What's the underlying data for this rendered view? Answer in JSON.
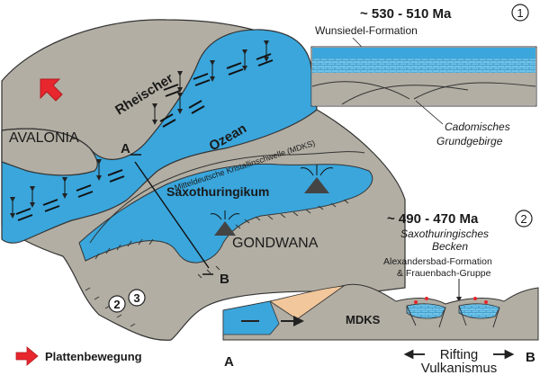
{
  "map": {
    "avalonia": "AVALONIA",
    "rheischer": "Rheischer",
    "ozean": "Ozean",
    "mdks_curve": "Mitteldeutsche Kristallinschwelle (MDKS)",
    "saxothuringikum": "Saxothuringikum",
    "gondwana": "GONDWANA",
    "section_start": "A",
    "section_end": "B",
    "badge_2": "2",
    "badge_3": "3"
  },
  "legend": {
    "label": "Plattenbewegung",
    "color": "#e8262d"
  },
  "stage1": {
    "age": "~ 530 - 510 Ma",
    "badge": "1",
    "formation": "Wunsiedel-Formation",
    "basement_line1": "Cadomisches",
    "basement_line2": "Grundgebirge"
  },
  "stage2": {
    "age": "~ 490 - 470 Ma",
    "badge": "2",
    "basin_line1": "Saxothuringisches",
    "basin_line2": "Becken",
    "formation_line1": "Alexandersbad-Formation",
    "formation_line2": "& Frauenbach-Gruppe",
    "mdks": "MDKS",
    "end_a": "A",
    "end_b": "B",
    "rifting": "Rifting",
    "vulkanismus": "Vulkanismus"
  },
  "colors": {
    "ocean": "#3aa6dc",
    "land": "#b2aea3",
    "outline": "#333333",
    "sediment_orange": "#f2c79b"
  }
}
